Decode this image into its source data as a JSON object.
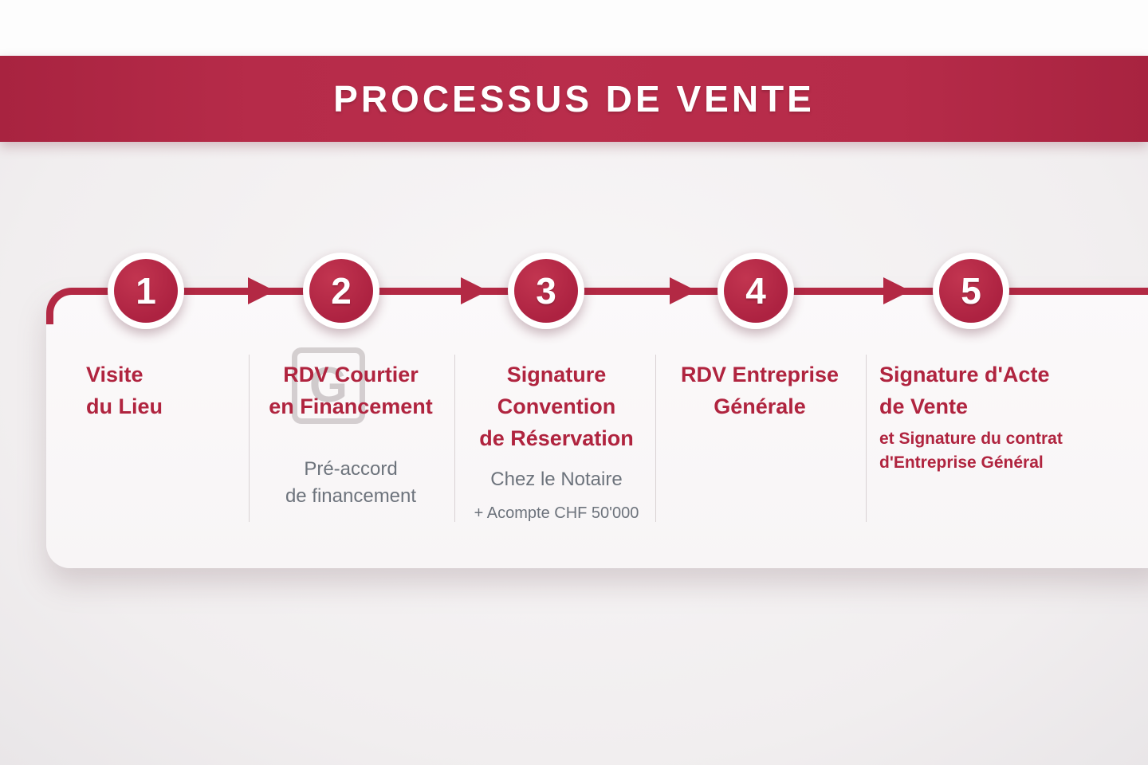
{
  "header": {
    "title": "PROCESSUS DE VENTE"
  },
  "colors": {
    "banner": "#b62b49",
    "primary": "#b32944",
    "step_title_text": "#b0243f",
    "subtitle_text": "#6d737c",
    "card_background": "#faf8f9",
    "page_background": "#f3f0f1"
  },
  "watermark": {
    "letter": "G"
  },
  "steps": [
    {
      "number": "1",
      "title_line1": "Visite",
      "title_line2": "du Lieu"
    },
    {
      "number": "2",
      "title_line1": "RDV Courtier",
      "title_line2": "en Financement",
      "sub_line1": "Pré-accord",
      "sub_line2": "de financement"
    },
    {
      "number": "3",
      "title_line1": "Signature",
      "title_line2": "Convention",
      "title_line3": "de Réservation",
      "sub_line1": "Chez le Notaire",
      "sub_line2": "+ Acompte CHF 50'000"
    },
    {
      "number": "4",
      "title_line1": "RDV Entreprise",
      "title_line2": "Générale"
    },
    {
      "number": "5",
      "title_line1": "Signature d'Acte",
      "title_line2": "de Vente",
      "note_line1": "et Signature du contrat",
      "note_line2": "d'Entreprise Général"
    }
  ]
}
